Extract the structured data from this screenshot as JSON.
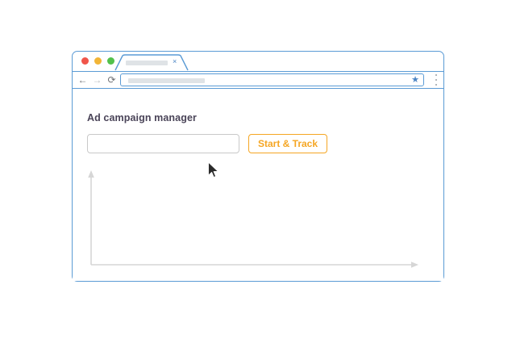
{
  "browser": {
    "traffic_lights": [
      {
        "name": "close",
        "color": "#f0554a"
      },
      {
        "name": "minimize",
        "color": "#f2b536"
      },
      {
        "name": "maximize",
        "color": "#52c14b"
      }
    ],
    "tab": {
      "title": "",
      "close_label": "×"
    },
    "toolbar": {
      "back_glyph": "←",
      "forward_glyph": "→",
      "reload_glyph": "⟳",
      "bookmark_glyph": "★",
      "url_value": "",
      "url_placeholder": ""
    }
  },
  "page": {
    "title": "Ad campaign manager",
    "input": {
      "value": "",
      "placeholder": ""
    },
    "primary_button": "Start & Track"
  },
  "chart_data": {
    "type": "line",
    "title": "",
    "xlabel": "",
    "ylabel": "",
    "series": [],
    "x": [],
    "grid": false,
    "legend": "none",
    "axis_color": "#d6d6d6",
    "note": "empty axes with arrowheads; no data plotted"
  },
  "colors": {
    "window_border": "#5b9bd5",
    "accent_orange": "#f5a623",
    "title_text": "#4a4458",
    "axis_gray": "#d6d6d6",
    "placeholder_gray": "#dfe3e6"
  }
}
